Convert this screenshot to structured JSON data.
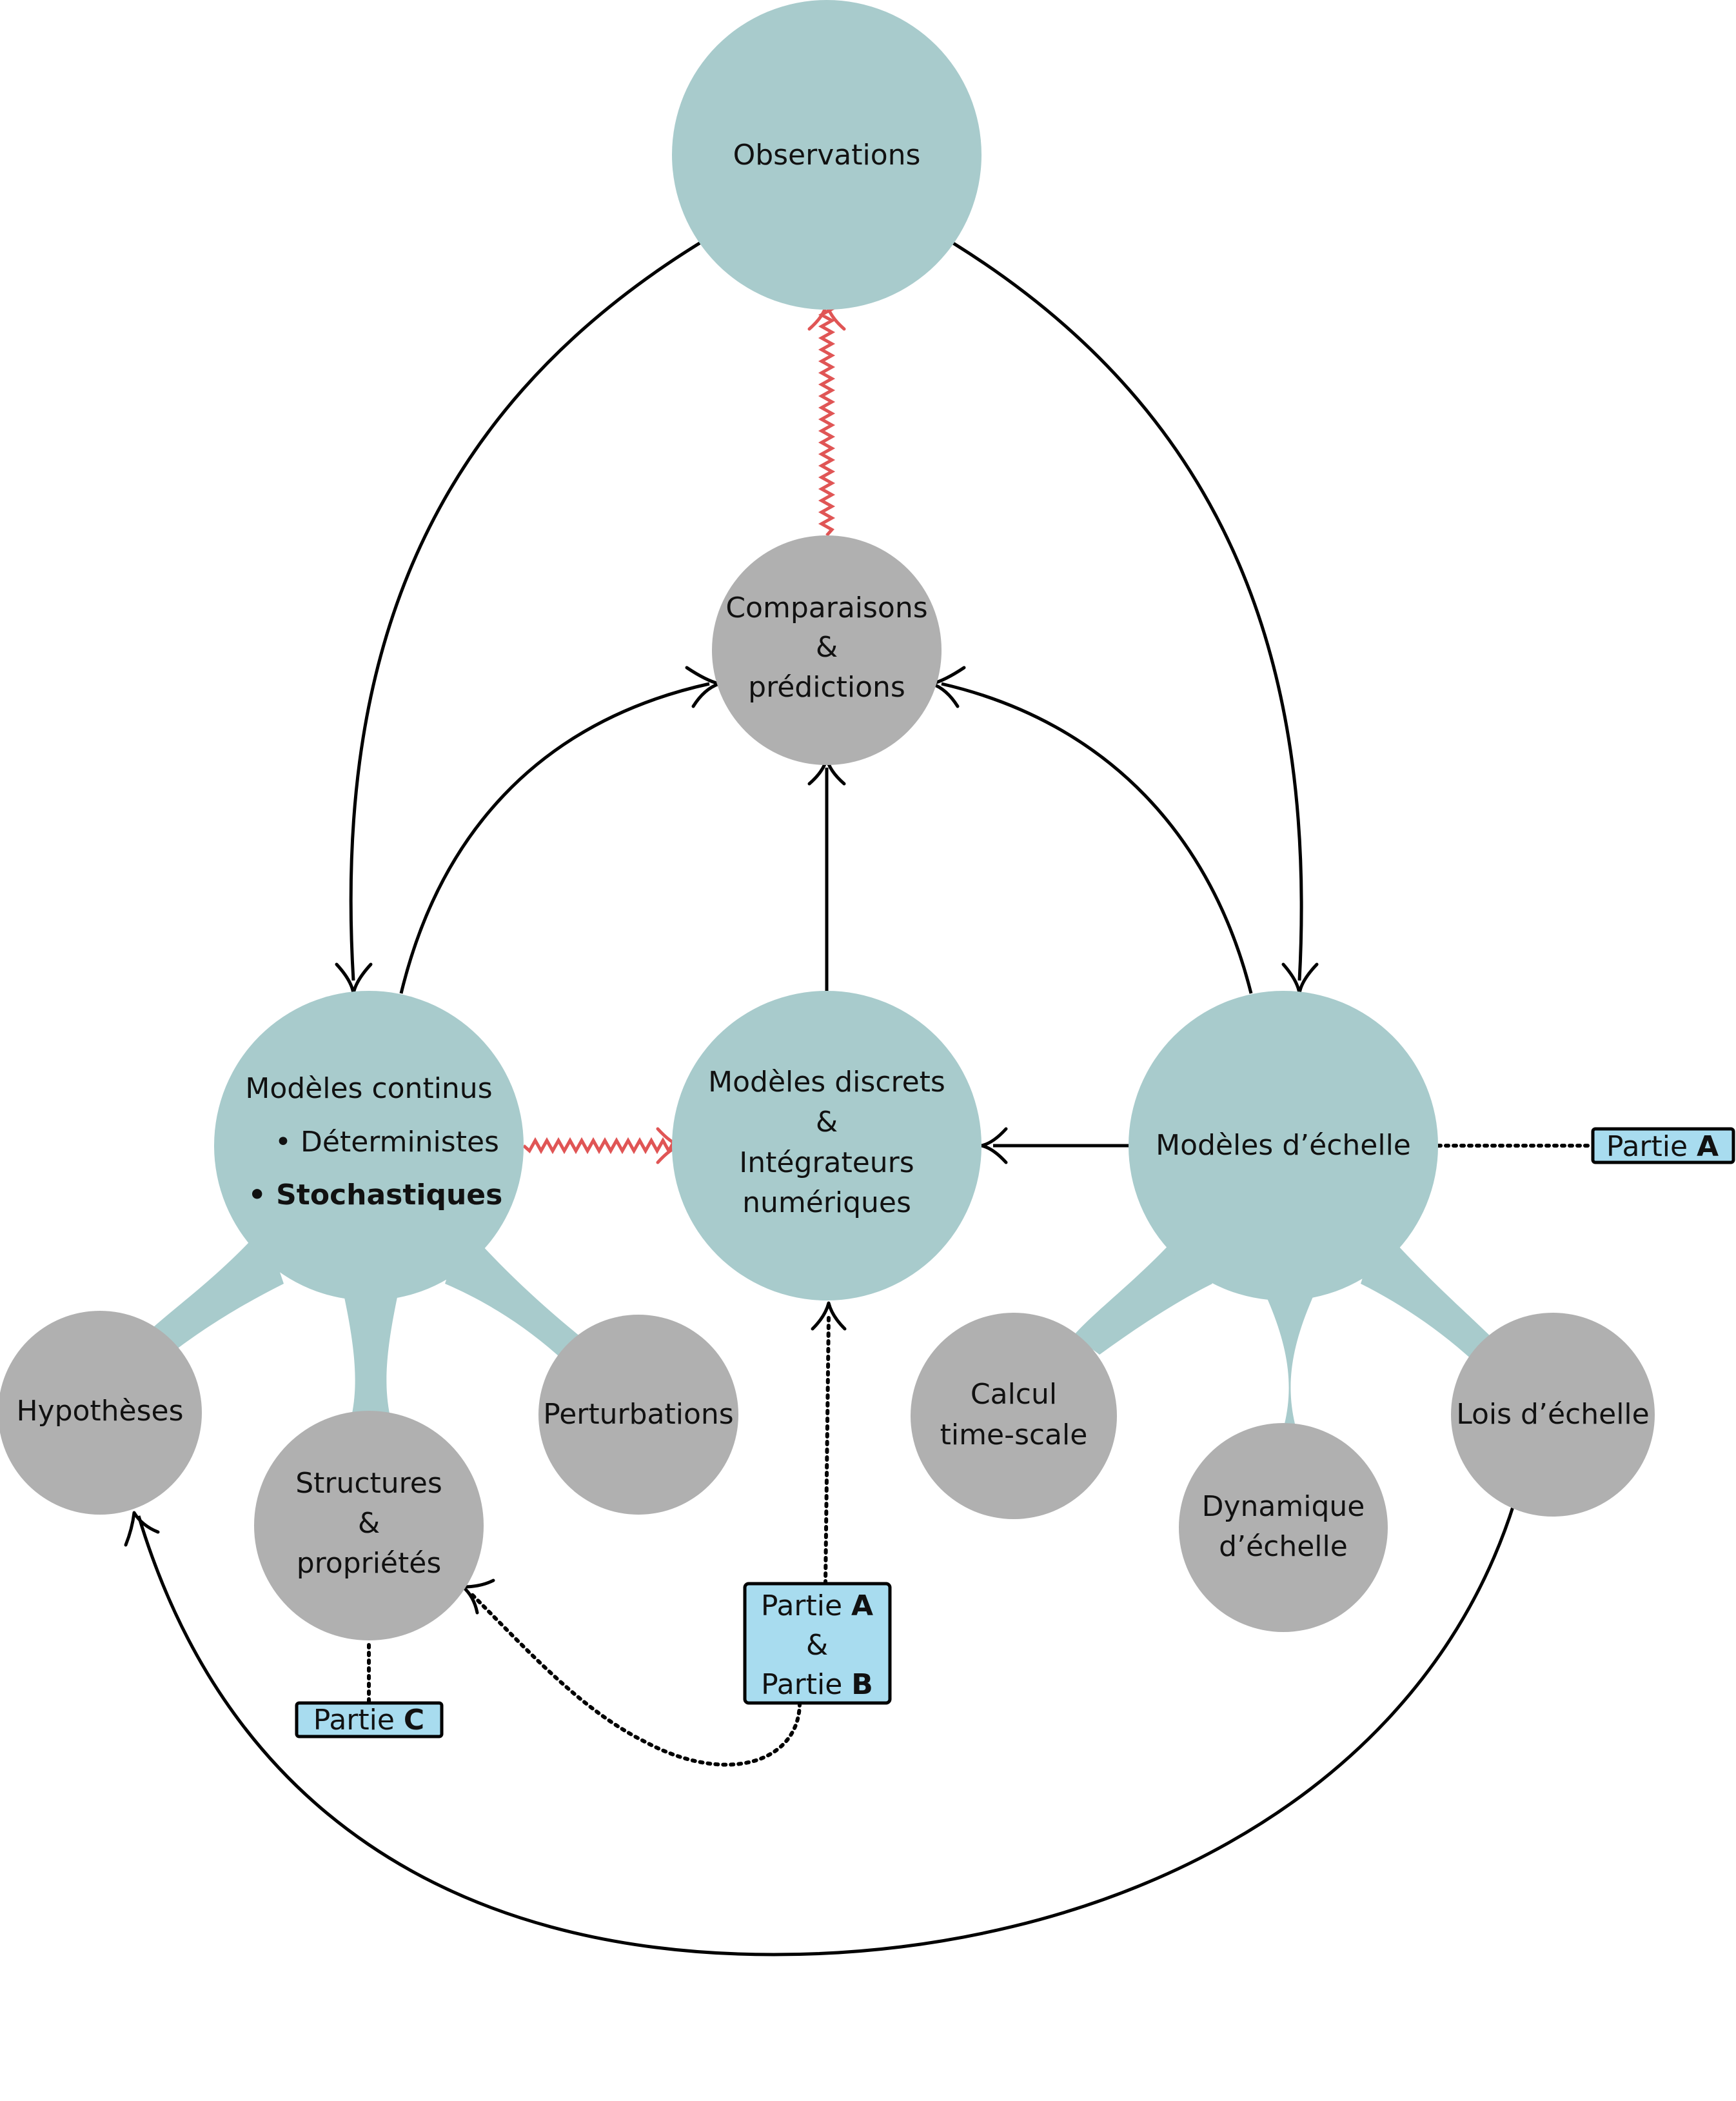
{
  "nodes": {
    "observations": "Observations",
    "comparaisons": [
      "Comparaisons",
      "&",
      "prédictions"
    ],
    "continus": {
      "title": "Modèles continus",
      "item1": "• Déterministes",
      "item2": "• Stochastiques"
    },
    "discrets": [
      "Modèles discrets",
      "&",
      "Intégrateurs",
      "numériques"
    ],
    "echelle": "Modèles d’échelle",
    "hypotheses": "Hypothèses",
    "structures": [
      "Structures",
      "&",
      "propriétés"
    ],
    "perturbations": "Perturbations",
    "calcul": [
      "Calcul",
      "time-scale"
    ],
    "dynamique": [
      "Dynamique",
      "d’échelle"
    ],
    "lois": "Lois d’échelle"
  },
  "tags": {
    "partie_a_right": {
      "prefix": "Partie ",
      "letter": "A"
    },
    "partie_ab": {
      "prefix1": "Partie ",
      "letter1": "A",
      "amp": "&",
      "prefix2": "Partie ",
      "letter2": "B"
    },
    "partie_c": {
      "prefix": "Partie ",
      "letter": "C"
    }
  },
  "colors": {
    "teal": "#a8cbcc",
    "grey": "#b0b0b0",
    "tag": "#a8dcef",
    "red": "#e05555"
  }
}
